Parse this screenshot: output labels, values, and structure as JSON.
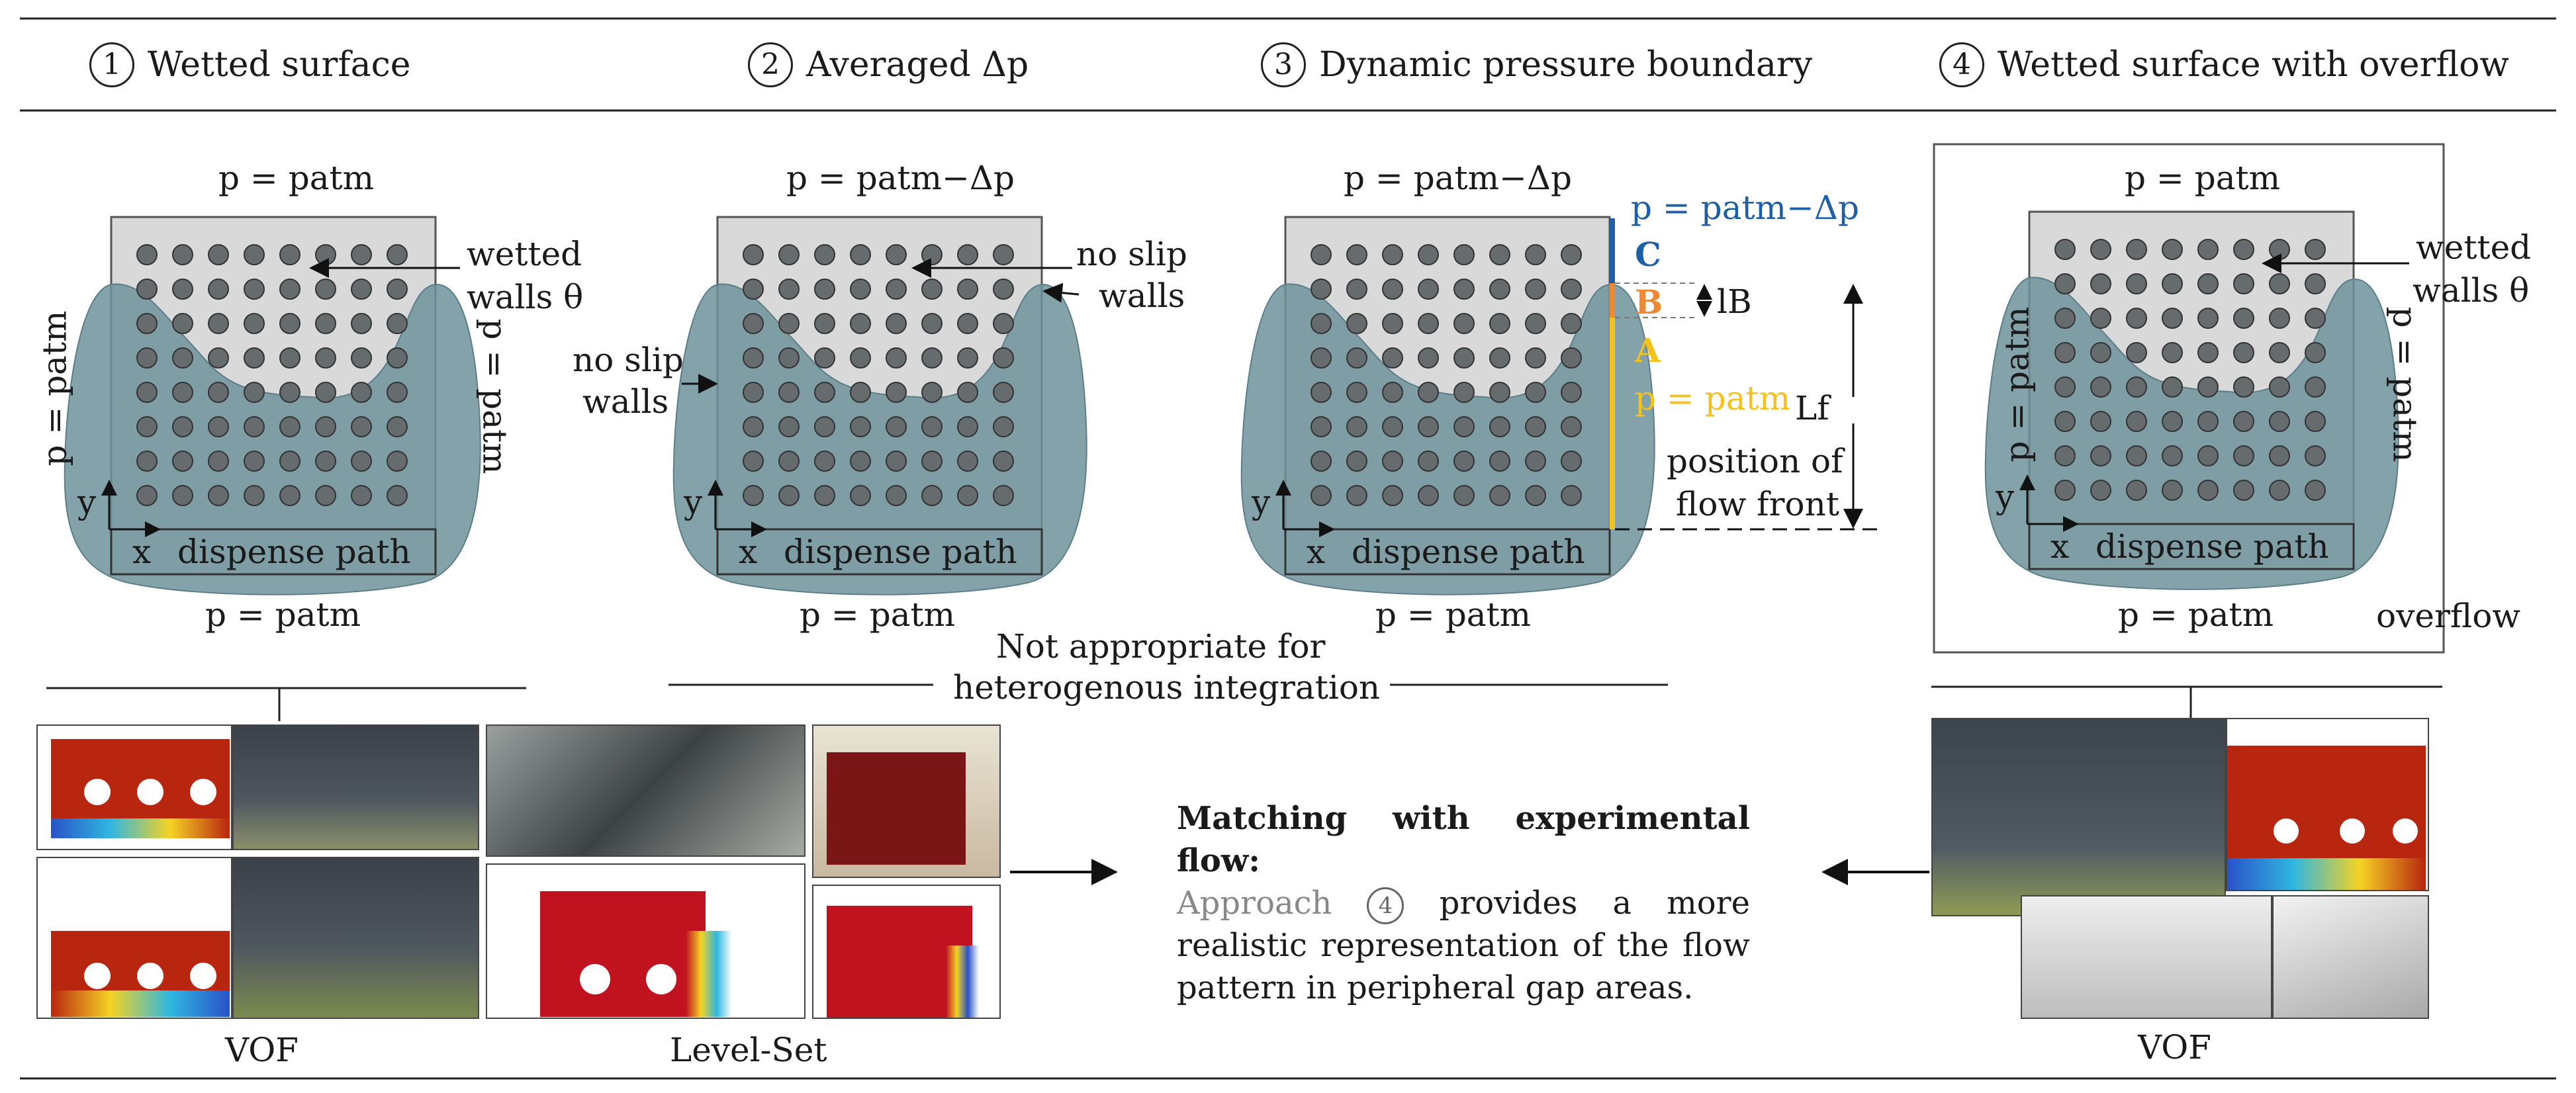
{
  "headers": [
    {
      "num": "1",
      "text": "Wetted surface"
    },
    {
      "num": "2",
      "text": "Averaged Δp"
    },
    {
      "num": "3",
      "text": "Dynamic pressure boundary"
    },
    {
      "num": "4",
      "text": "Wetted surface with overflow"
    }
  ],
  "panel1": {
    "top": "p = patm",
    "bottom": "p = patm",
    "left": "p = patm",
    "right": "p = patm",
    "wetted1": "wetted",
    "wetted2": "walls θ",
    "axis_x": "x",
    "axis_y": "y",
    "path": "dispense path"
  },
  "panel2": {
    "top": "p = patm−Δp",
    "bottom": "p = patm",
    "noslip_r1": "no slip",
    "noslip_r2": "walls",
    "noslip_l1": "no slip",
    "noslip_l2": "walls",
    "axis_x": "x",
    "axis_y": "y",
    "path": "dispense path"
  },
  "panel3": {
    "top": "p = patm−Δp",
    "bottom": "p = patm",
    "blue_label": "p = patm−Δp",
    "c": "C",
    "b": "B",
    "a": "A",
    "yellow_label": "p = patm",
    "lb": "lB",
    "lf": "Lf",
    "front1": "position of",
    "front2": "flow front",
    "axis_x": "x",
    "axis_y": "y",
    "path": "dispense path"
  },
  "panel4": {
    "top": "p = patm",
    "bottom": "p = patm",
    "left": "p = patm",
    "right": "p = patm",
    "wetted1": "wetted",
    "wetted2": "walls θ",
    "overflow": "overflow",
    "axis_x": "x",
    "axis_y": "y",
    "path": "dispense path"
  },
  "not_appropriate1": "Not appropriate for",
  "not_appropriate2": "heterogenous integration",
  "captions": {
    "vof_left": "VOF",
    "levelset": "Level-Set",
    "vof_right": "VOF"
  },
  "matching": {
    "title": "Matching with experimental flow:",
    "approach": "Approach",
    "num": "4",
    "rest": "provides a more realistic representation of the flow pattern in peripheral gap areas."
  },
  "colors": {
    "fluid": "#6f929b",
    "fluid_edge": "#5b7e88",
    "dry": "#d9d9d9",
    "blue": "#1f5fa8",
    "orange": "#ef8a33",
    "yellow": "#f5c21b",
    "sim_red": "#b8260f"
  }
}
